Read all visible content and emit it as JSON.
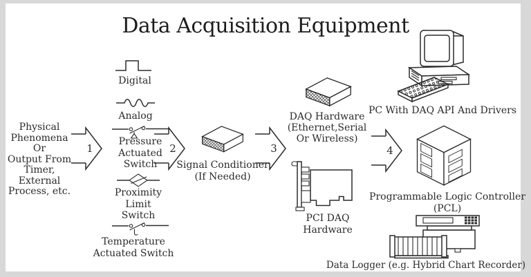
{
  "title": "Data Acquisition Equipment",
  "colors": {
    "ink": "#2b2b2b",
    "canvas": "#ffffff",
    "frame": "#d8d8d8"
  },
  "source": {
    "lines": [
      "Physical",
      "Phenomena",
      "Or",
      "Output From",
      "Timer,",
      "External",
      "Process, etc."
    ]
  },
  "arrows": {
    "a1": "1",
    "a2": "2",
    "a3": "3",
    "a4": "4"
  },
  "sensors": {
    "digital_label": "Digital",
    "analog_label": "Analog",
    "pressure_lines": [
      "Pressure",
      "Actuated",
      "Switch"
    ],
    "proximity_lines": [
      "Proximity",
      "Limit",
      "Switch"
    ],
    "temperature_lines": [
      "Temperature",
      "Actuated Switch"
    ]
  },
  "signal_conditioner": {
    "lines": [
      "Signal Conditioner",
      "(If Needed)"
    ]
  },
  "daq_hardware": {
    "lines": [
      "DAQ Hardware",
      "(Ethernet,Serial",
      "Or Wireless)"
    ]
  },
  "pci_daq": {
    "lines": [
      "PCI DAQ",
      "Hardware"
    ]
  },
  "pc": {
    "label": "PC With DAQ API And Drivers"
  },
  "plc": {
    "lines": [
      "Programmable Logic Controller",
      "(PCL)"
    ]
  },
  "data_logger": {
    "label": "Data Logger (e.g. Hybrid Chart Recorder)"
  }
}
